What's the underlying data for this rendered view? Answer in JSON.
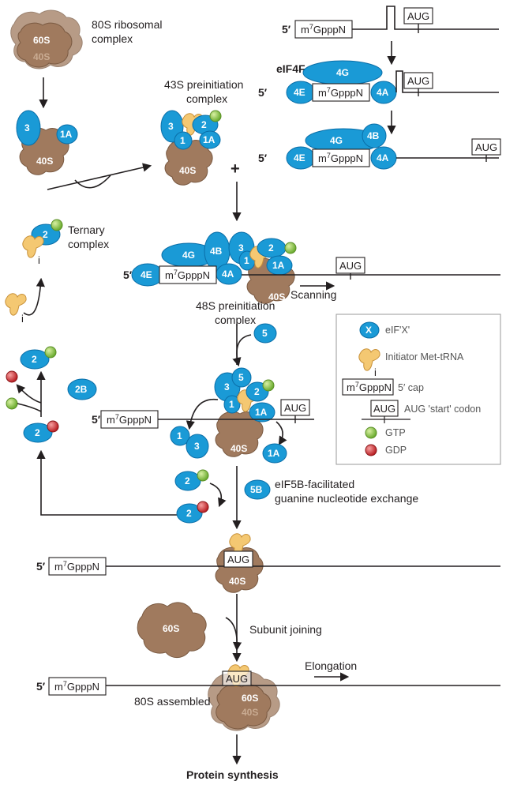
{
  "labels": {
    "ribo80_title": "80S ribosomal",
    "ribo80_title2": "complex",
    "s60": "60S",
    "s40": "40S",
    "pre43_title": "43S preinitiation",
    "pre43_title2": "complex",
    "ternary": "Ternary",
    "ternary2": "complex",
    "eif4f": "eIF4F",
    "pre48_title": "48S preinitiation",
    "pre48_title2": "complex",
    "scanning": "Scanning",
    "five_prime": "5′",
    "cap": "m7GpppN",
    "cap_base": "m",
    "cap_sup": "7",
    "cap_rest": "GpppN",
    "aug": "AUG",
    "plus": "+",
    "i_sub": "i",
    "exchange1": "eIF5B-facilitated",
    "exchange2": "guanine nucleotide exchange",
    "subunit_joining": "Subunit joining",
    "elongation": "Elongation",
    "assembled": "80S assembled",
    "protein": "Protein synthesis"
  },
  "factors": {
    "f1": "1",
    "f1a": "1A",
    "f2": "2",
    "f2b": "2B",
    "f3": "3",
    "f4a": "4A",
    "f4b": "4B",
    "f4e": "4E",
    "f4g": "4G",
    "f5": "5",
    "f5b": "5B"
  },
  "legend": {
    "x_symbol": "X",
    "x_text": "eIF'X'",
    "trna_text": "Initiator Met-tRNA",
    "cap_text": "5′ cap",
    "aug_text": "AUG 'start' codon",
    "gtp_text": "GTP",
    "gdp_text": "GDP"
  },
  "colors": {
    "factor_blue": "#1a9ad6",
    "ribosome_brown": "#a07a5e",
    "trna_yellow": "#f4c872",
    "gtp_green": "#8cc63f",
    "gdp_red": "#d7262b"
  }
}
